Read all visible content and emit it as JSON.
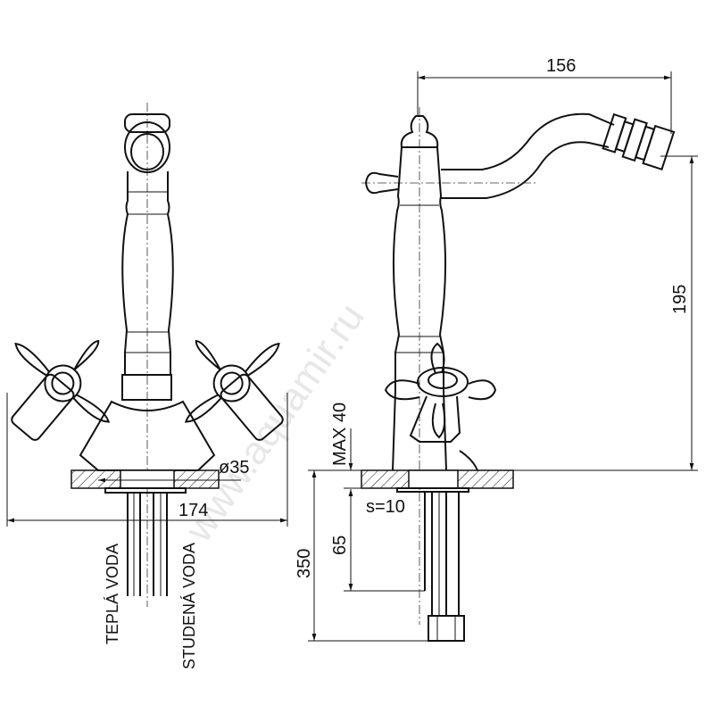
{
  "dimensions": {
    "reach": "156",
    "height": "195",
    "max_deck": "MAX 40",
    "hole_diameter": "ø35",
    "width": "174",
    "thickness": "s=10",
    "shank": "65",
    "hose": "350"
  },
  "labels": {
    "hot": "TEPLÁ VODA",
    "cold": "STUDENÁ VODA"
  },
  "watermark": "www.aquamir.ru"
}
